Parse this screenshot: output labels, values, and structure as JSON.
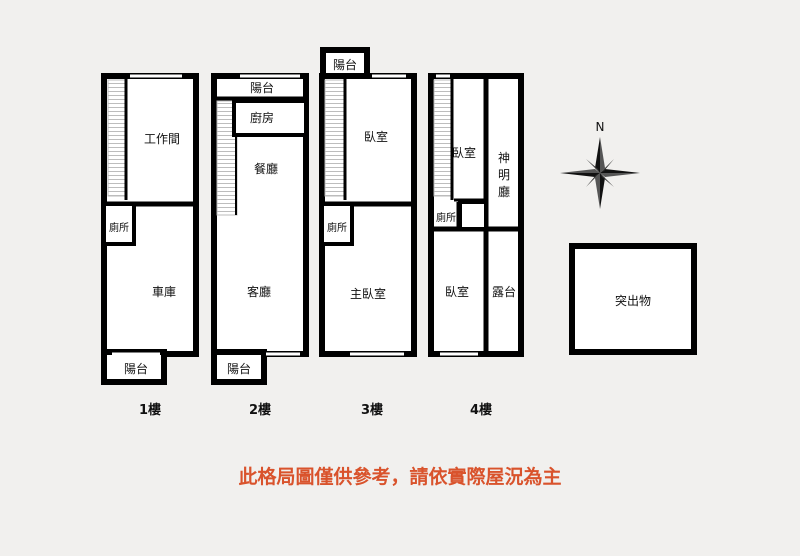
{
  "floors": [
    {
      "label": "1樓",
      "rooms": {
        "workroom": "工作間",
        "toilet": "廁所",
        "garage": "車庫",
        "balcony": "陽台"
      }
    },
    {
      "label": "2樓",
      "rooms": {
        "balcony_top": "陽台",
        "kitchen": "廚房",
        "dining": "餐廳",
        "living": "客廳",
        "balcony_bottom": "陽台"
      }
    },
    {
      "label": "3樓",
      "rooms": {
        "balcony_top": "陽台",
        "bedroom": "臥室",
        "toilet": "廁所",
        "master": "主臥室"
      }
    },
    {
      "label": "4樓",
      "rooms": {
        "bedroom_top": "臥室",
        "shrine": "神明廳",
        "toilet": "廁所",
        "bedroom_bottom": "臥室",
        "terrace": "露台"
      }
    }
  ],
  "compass": {
    "north": "N"
  },
  "protrusion": "突出物",
  "disclaimer": "此格局圖僅供參考，請依實際屋況為主"
}
